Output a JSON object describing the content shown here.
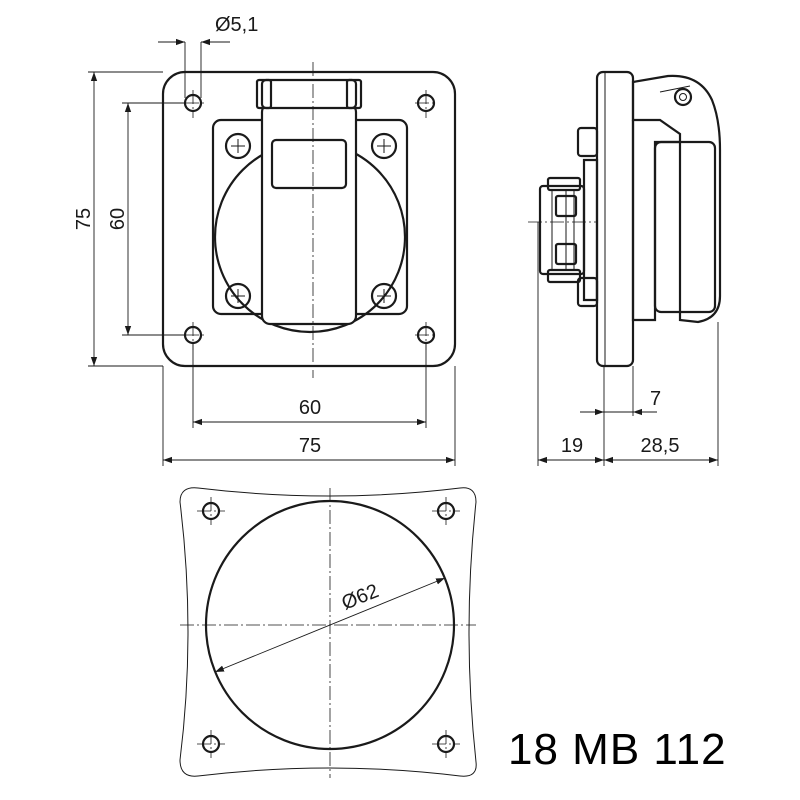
{
  "dimensions": {
    "hole_diameter": "Ø5,1",
    "height_total": "75",
    "height_holes": "60",
    "width_holes": "60",
    "width_total": "75",
    "side_depth_front": "19",
    "side_depth_back": "28,5",
    "side_offset": "7",
    "cutout_diameter": "Ø62"
  },
  "model_number": "18 MB 112"
}
